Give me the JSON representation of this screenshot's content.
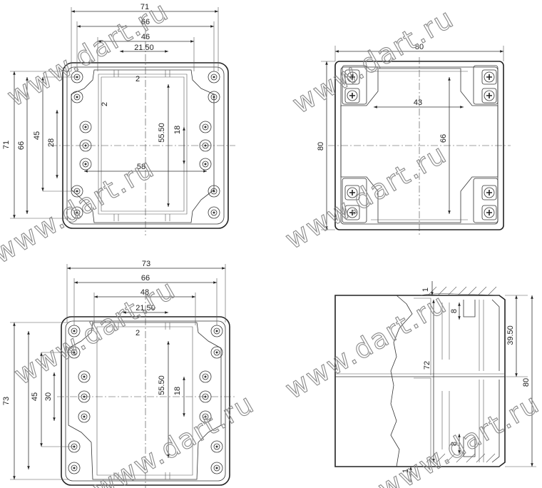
{
  "watermark": "www.dart.ru",
  "views": {
    "top_left": {
      "top_dims": [
        "71",
        "66",
        "46",
        "21.50",
        "2"
      ],
      "left_dims": [
        "71",
        "66",
        "45",
        "28"
      ],
      "inner_dims": [
        "2",
        "55.50",
        "18",
        "58"
      ]
    },
    "top_right": {
      "dims": [
        "80",
        "43",
        "66",
        "80"
      ]
    },
    "bottom_left": {
      "top_dims": [
        "73",
        "66",
        "48",
        "21.50",
        "2"
      ],
      "left_dims": [
        "73",
        "45",
        "30"
      ],
      "inner_dims": [
        "55.50",
        "18"
      ]
    },
    "bottom_right": {
      "dims": [
        "1",
        "8",
        "72",
        "39.50",
        "80",
        "8",
        "1"
      ]
    }
  }
}
